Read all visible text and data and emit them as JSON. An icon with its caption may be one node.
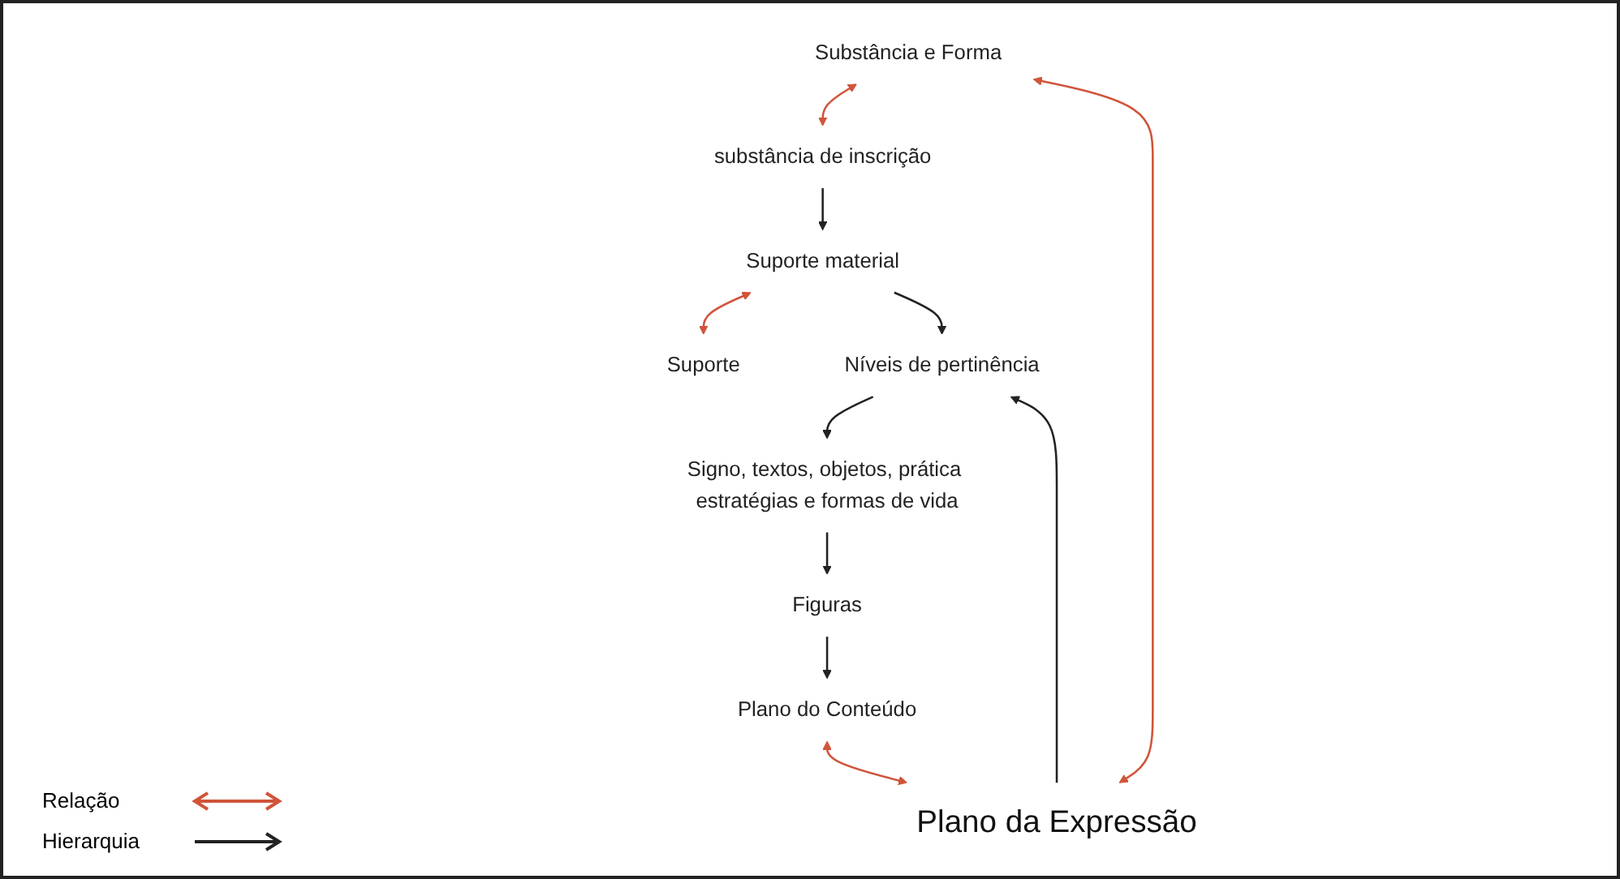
{
  "diagram": {
    "nodes": [
      {
        "text": [
          "Substância e Forma"
        ]
      },
      {
        "text": [
          "substância de inscrição"
        ]
      },
      {
        "text": [
          "Plano da Expressão"
        ]
      },
      {
        "text": [
          "Suporte material"
        ]
      },
      {
        "text": [
          "Suporte"
        ]
      },
      {
        "text": [
          "Níveis de pertinência"
        ]
      },
      {
        "text": [
          "Signo, textos, objetos, prática estratégias e formas de vida"
        ]
      },
      {
        "text": [
          "Figuras"
        ]
      },
      {
        "text": [
          "Plano do Conteúdo"
        ]
      }
    ],
    "edges": [
      {
        "from": 0,
        "to": 1,
        "arrow": "both",
        "color": "#d0543a"
      },
      {
        "from": 0,
        "to": 2,
        "arrow": "both",
        "color": "#d0543a"
      },
      {
        "from": 1,
        "to": 3,
        "arrow": "to"
      },
      {
        "from": 3,
        "to": 4,
        "arrow": "both",
        "color": "#d0543a"
      },
      {
        "from": 3,
        "to": 5,
        "arrow": "to"
      },
      {
        "from": 2,
        "to": 5,
        "arrow": "to"
      },
      {
        "from": 5,
        "to": 6,
        "arrow": "to"
      },
      {
        "from": 6,
        "to": 7,
        "arrow": "to"
      },
      {
        "from": 7,
        "to": 8,
        "arrow": "to"
      },
      {
        "from": 8,
        "to": 2,
        "arrow": "both",
        "color": "#d0543a"
      }
    ],
    "legend": [
      {
        "text": "Relação"
      },
      {
        "text": "Hierarquia"
      }
    ]
  }
}
